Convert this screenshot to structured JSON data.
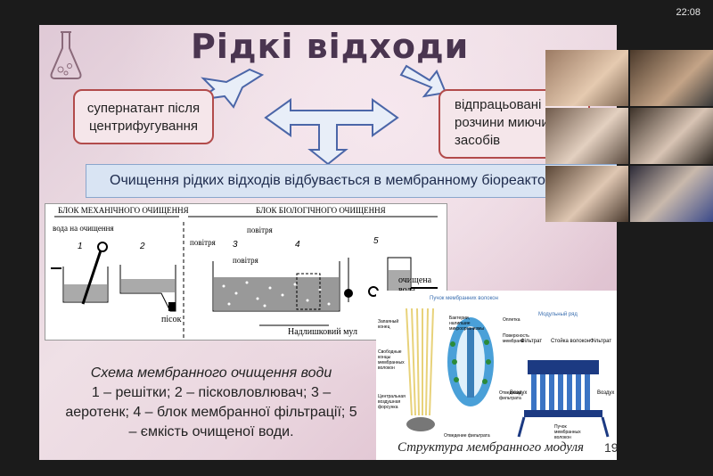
{
  "clock": "22:08",
  "slide": {
    "title": "Рідкі відходи",
    "box_left": "супернатант після центрифугування",
    "box_right": "відпрацьовані розчини миючих засобів",
    "banner": "Очищення рідких відходів відбувається в мембранному біореакторі",
    "scheme": {
      "block_mech": "БЛОК МЕХАНІЧНОГО ОЧИЩЕННЯ",
      "block_bio": "БЛОК БІОЛОГІЧНОГО ОЧИЩЕННЯ",
      "water_in": "вода на очищення",
      "air1": "повітря",
      "air2": "повітря",
      "air3": "повітря",
      "sand": "пісок",
      "clean_water": "очищена вода",
      "sludge": "Надлишковий мул",
      "n1": "1",
      "n2": "2",
      "n3": "3",
      "n4": "4",
      "n5": "5"
    },
    "caption_title": "Схема мембранного очищення води",
    "caption_body": "1 – решітки; 2 – пісковловлювач; 3 – аеротенк; 4 – блок мембранної фільтрації; 5 – ємкість очищеної води.",
    "module_labels": {
      "bundle": "Пучок мембранних волокон",
      "row": "Модульный ряд",
      "sealed": "Запаяный конец",
      "bacteria": "Бактерии, налипшие микроорганизмы",
      "shell": "Оплетка",
      "surface": "Поверхность мембраны",
      "free_ends": "Свободные концы мембранных волокон",
      "central": "Центральная воздушная форсунка",
      "permeate_out": "Отведение фильтрата",
      "permeate": "Отведение фильтрата",
      "filtrate1": "Фільтрат",
      "filtrate2": "Фільтрат",
      "rack": "Стойка волокон",
      "air_l": "Воздух",
      "air_r": "Воздух",
      "bundle2": "Пучок мембранных волокон"
    },
    "module_caption": "Структура мембранного модуля",
    "page_number": "19"
  },
  "colors": {
    "accent": "#b24b4b",
    "title": "#4a3550",
    "banner": "#d9e4f3"
  }
}
